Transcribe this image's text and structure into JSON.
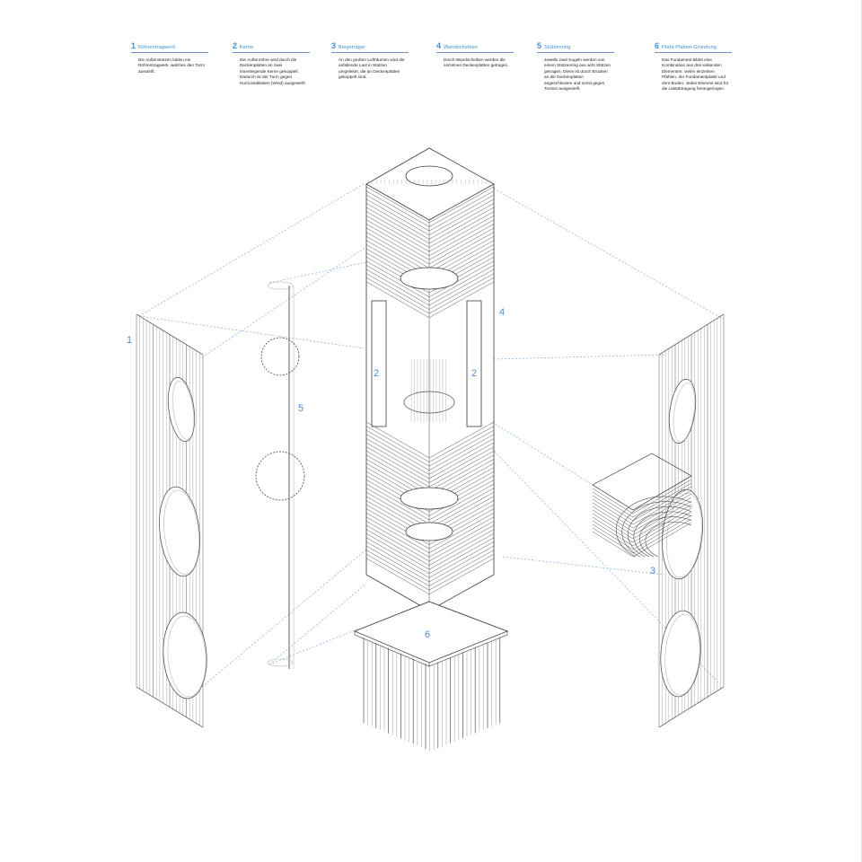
{
  "legend": [
    {
      "num": "1",
      "title": "Röhrentragwerk",
      "text": "Die Außenstützen bilden ein Röhrentragwerk, welches den Turm aussteift."
    },
    {
      "num": "2",
      "title": "Kerne",
      "text": "Die Außenröhre wird durch die Deckenplatten an zwei innenliegende Kerne gekoppelt. Dadurch ist der Turm gegen Horizontallasten (Wind) ausgesteift."
    },
    {
      "num": "3",
      "title": "Biegeträger",
      "text": "An den großen Lufträumen wird die anfallende Last in Stützen umgeleitet, die an Deckenplatten gekoppelt sind."
    },
    {
      "num": "4",
      "title": "Wandscheiben",
      "text": "Durch Wandscheiben werden die einzelnen Deckenplatten getragen."
    },
    {
      "num": "5",
      "title": "Stützenring",
      "text": "Jeweils zwei Kugeln werden von einem Stützenring aus acht Stützen getragen. Diese ist durch Brücken an die Deckenplatten angeschlossen und somit gegen Torsion ausgesteift."
    },
    {
      "num": "6",
      "title": "Pfahl-Platten-Gründung",
      "text": "Das Fundament bildet eine Kombination aus drei wirkenden Elementen: vielen einzelnen Pfählen, der Fundamentplatte und dem Boden. Jedes Element wird für die Lastabtragung herangezogen."
    }
  ],
  "callouts": {
    "c1": "1",
    "c2a": "2",
    "c2b": "2",
    "c3": "3",
    "c4": "4",
    "c5": "5",
    "c6": "6"
  },
  "colors": {
    "accent": "#3f8fd8",
    "line": "#333333",
    "leader": "#7fb0e6",
    "light": "#b5b5b5"
  }
}
